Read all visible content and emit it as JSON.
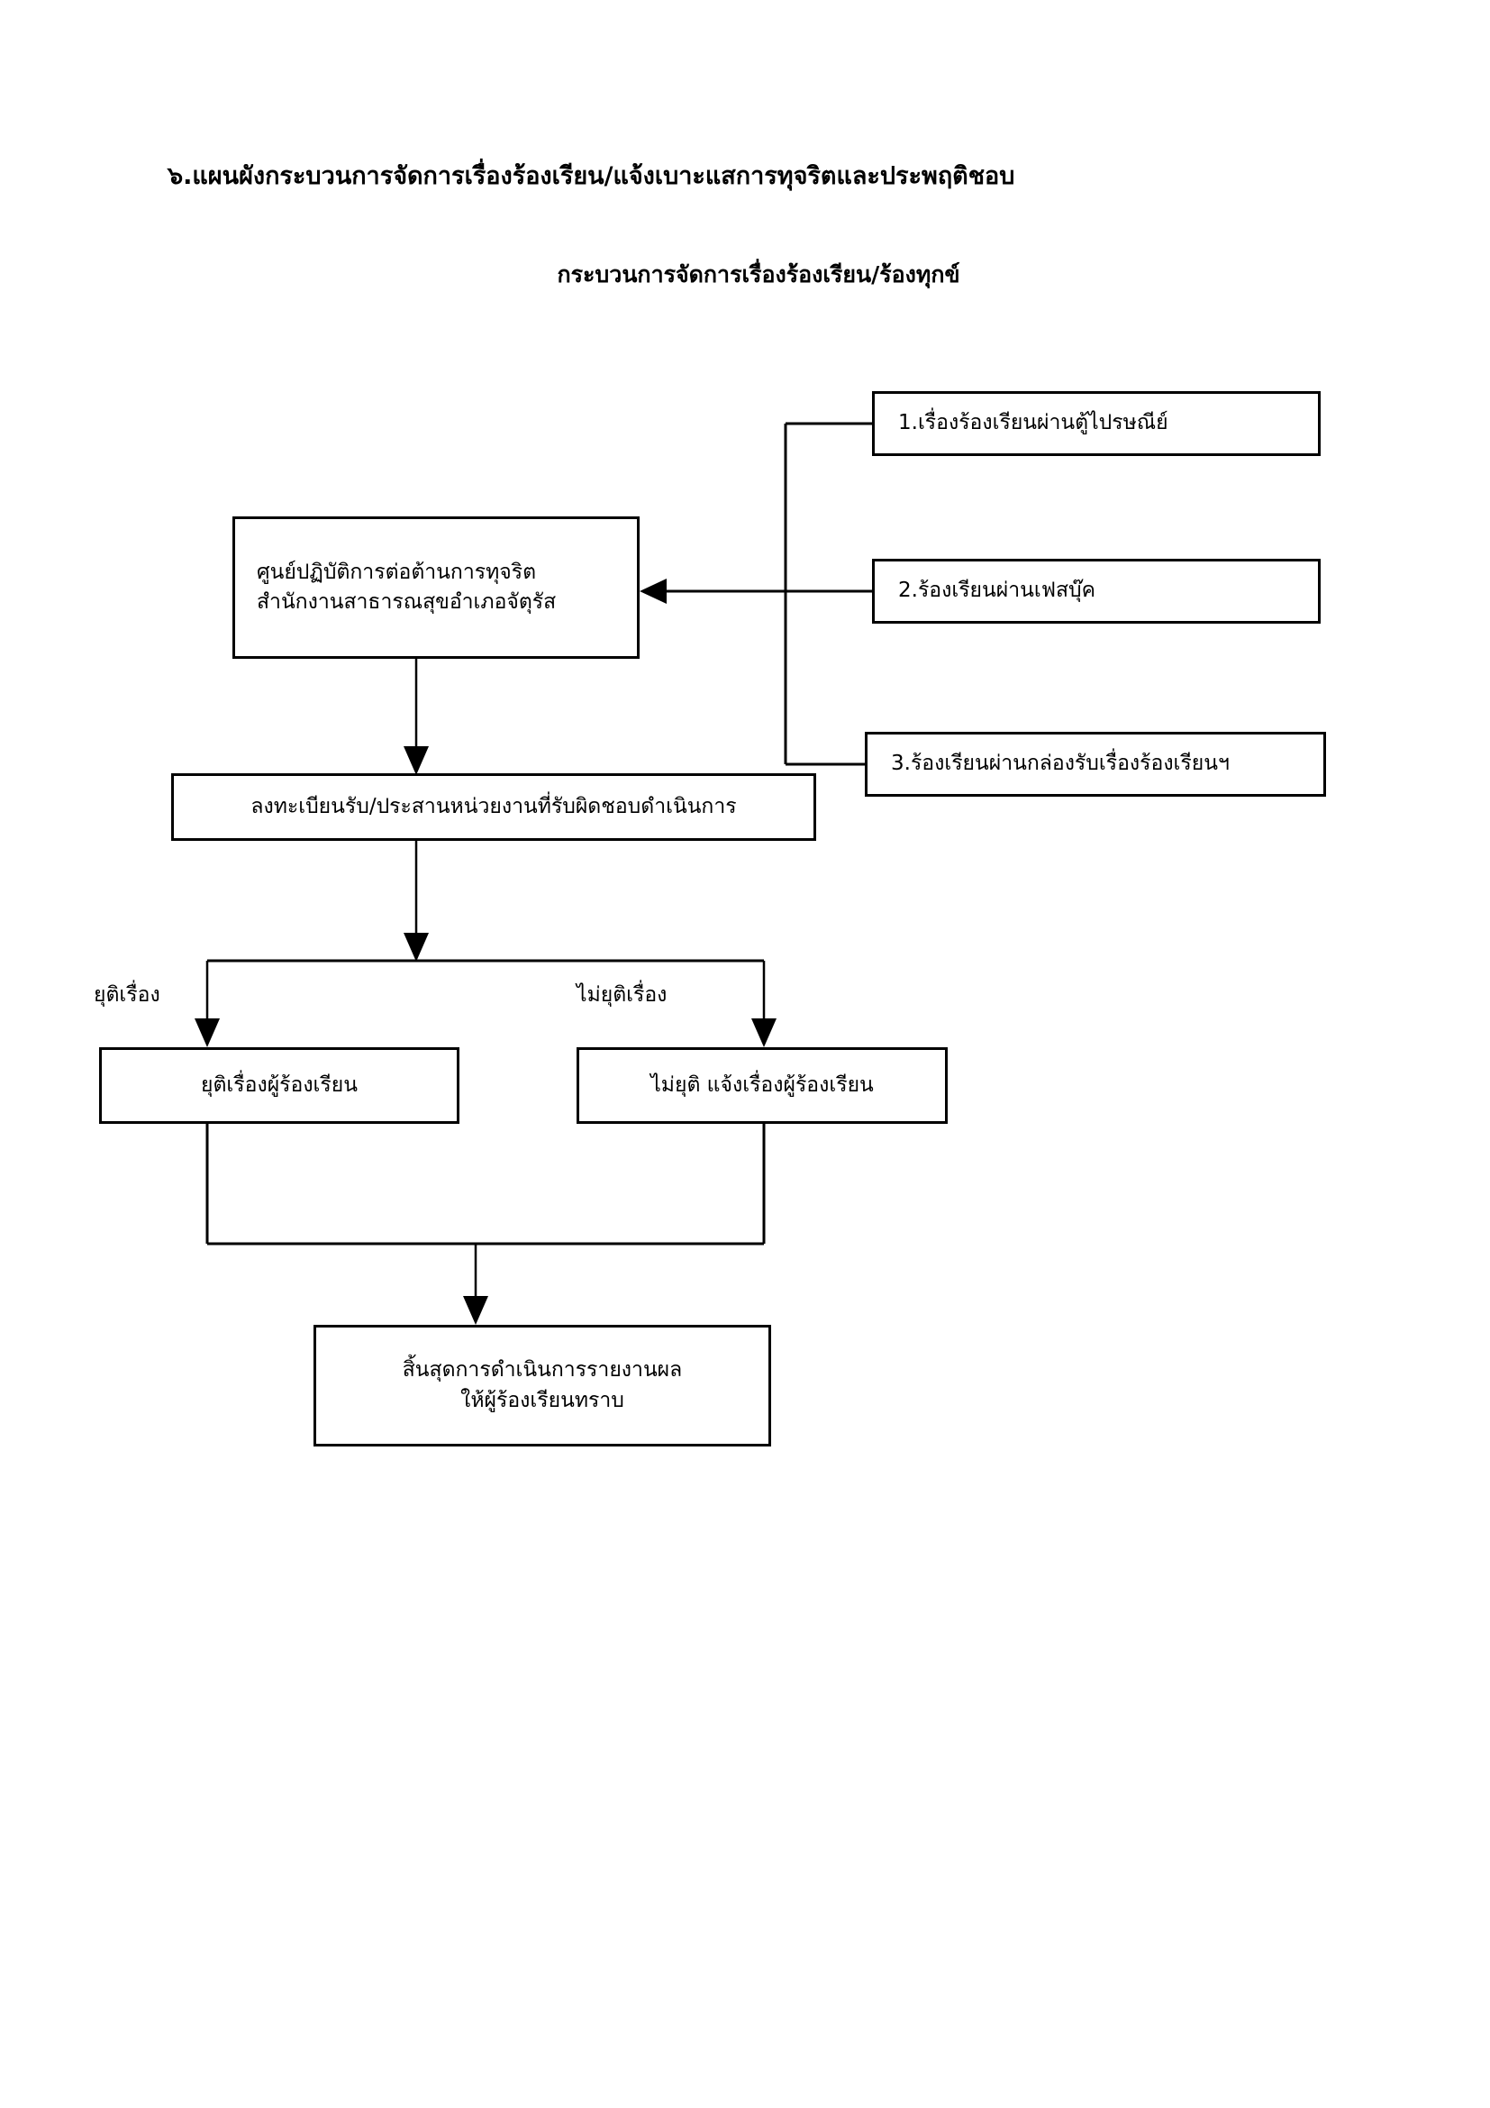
{
  "document": {
    "title": "๖.แผนผังกระบวนการจัดการเรื่องร้องเรียน/แจ้งเบาะแสการทุจริตและประพฤติชอบ",
    "subtitle": "กระบวนการจัดการเรื่องร้องเรียน/ร้องทุกข์",
    "background_color": "#ffffff",
    "line_color": "#000000",
    "text_color": "#000000"
  },
  "flowchart": {
    "nodes": {
      "source_1": {
        "label": "1.เรื่องร้องเรียนผ่านตู้ไปรษณีย์"
      },
      "source_2": {
        "label": "2.ร้องเรียนผ่านเฟสบุ๊ค"
      },
      "source_3": {
        "label": "3.ร้องเรียนผ่านกล่องรับเรื่องร้องเรียนฯ"
      },
      "center": {
        "line_1": "ศูนย์ปฏิบัติการต่อต้านการทุจริต",
        "line_2": "สำนักงานสาธารณสุขอำเภอจัตุรัส"
      },
      "register": {
        "label": "ลงทะเบียนรับ/ประสานหน่วยงานที่รับผิดชอบดำเนินการ"
      },
      "terminate": {
        "label": "ยุติเรื่องผู้ร้องเรียน"
      },
      "continue": {
        "label": "ไม่ยุติ แจ้งเรื่องผู้ร้องเรียน"
      },
      "final": {
        "line_1": "สิ้นสุดการดำเนินการรายงานผล",
        "line_2": "ให้ผู้ร้องเรียนทราบ"
      }
    },
    "branch_labels": {
      "terminate": "ยุติเรื่อง",
      "continue": "ไม่ยุติเรื่อง"
    }
  }
}
